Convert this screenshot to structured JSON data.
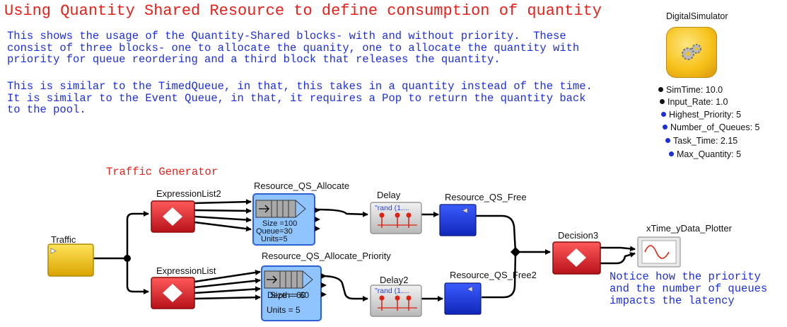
{
  "header": {
    "title": "Using Quantity Shared Resource to define consumption of quantity",
    "description_lines": [
      "This shows the usage of the Quantity-Shared blocks- with and without priority.  These",
      "consist of three blocks- one to allocate the quanity, one to allocate the quantity with",
      "priority for queue reordering and a third block that releases the quantity.",
      "",
      "This is similar to the TimedQueue, in that, this takes in a quantity instead of the time.",
      "It is similar to the Event Queue, in that, it requires a Pop to return the quantity back",
      "to the pool."
    ]
  },
  "simulator": {
    "title": "DigitalSimulator",
    "icon": "gears-icon",
    "params": [
      {
        "text": "SimTime: 10.0",
        "color": "#111111"
      },
      {
        "text": "Input_Rate: 1.0",
        "color": "#111111"
      },
      {
        "text": "Highest_Priority: 5",
        "color": "#1a2fd6"
      },
      {
        "text": "Number_of_Queues: 5",
        "color": "#1a2fd6"
      },
      {
        "text": "Task_Time: 2.15",
        "color": "#1a2fd6"
      },
      {
        "text": "Max_Quantity: 5",
        "color": "#1a2fd6"
      }
    ]
  },
  "diagram": {
    "traffic_generator_label": "Traffic Generator",
    "blocks": {
      "traffic": "Traffic",
      "expression_list2": "ExpressionList2",
      "expression_list": "ExpressionList",
      "resource_qs_allocate": "Resource_QS_Allocate",
      "resource_qs_allocate_priority": "Resource_QS_Allocate_Priority",
      "delay": "Delay",
      "delay2": "Delay2",
      "resource_qs_free": "Resource_QS_Free",
      "resource_qs_free2": "Resource_QS_Free2",
      "decision3": "Decision3",
      "plotter": "xTime_yData_Plotter"
    },
    "allocate_params": [
      "Size =100",
      "Queue=30",
      "Units=5"
    ],
    "allocate_priority_params": [
      "Depth = 60",
      "Size = 60",
      "Units = 5"
    ],
    "delay_expr": "\"rand (1....",
    "delay2_expr": "\"rand (1...."
  },
  "note": {
    "lines": [
      "Notice how the priority",
      "and the number of queues",
      "impacts the latency"
    ]
  },
  "colors": {
    "title": "#e8201a",
    "description": "#1d2fe0",
    "wire": "#000000",
    "expression_block": "#d8232a",
    "resource_block": "#8fc4ff",
    "free_block": "#1c38d8",
    "traffic_block": "#f2c40e"
  }
}
